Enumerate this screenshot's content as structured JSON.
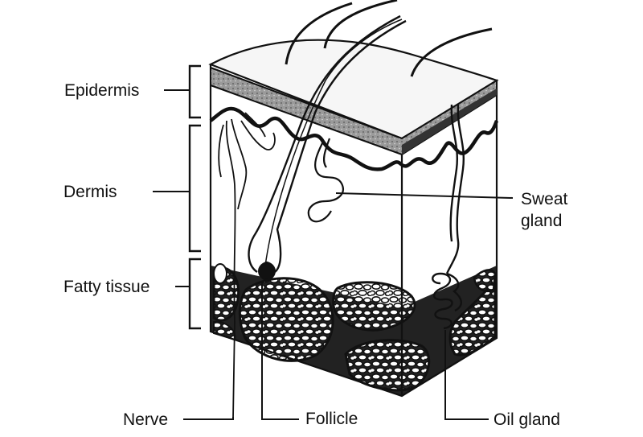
{
  "labels": {
    "epidermis": "Epidermis",
    "dermis": "Dermis",
    "fatty_tissue": "Fatty tissue",
    "sweat_gland_line1": "Sweat",
    "sweat_gland_line2": "gland",
    "nerve": "Nerve",
    "follicle": "Follicle",
    "oil_gland": "Oil gland"
  }
}
